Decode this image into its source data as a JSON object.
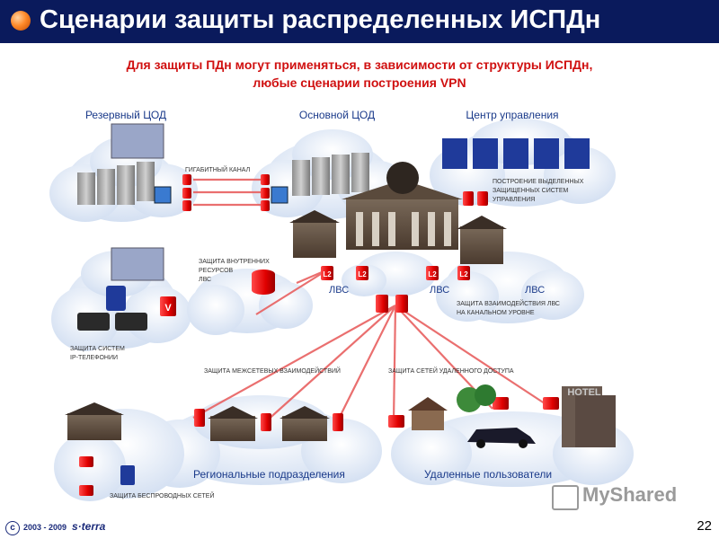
{
  "slide": {
    "title": "Сценарии защиты распределенных ИСПДн",
    "subtitle_line1": "Для защиты ПДн могут применяться, в зависимости от структуры ИСПДн,",
    "subtitle_line2": "любые сценарии построения VPN",
    "page_number": "22"
  },
  "labels": {
    "reserve_dc": "Резервный ЦОД",
    "main_dc": "Основной ЦОД",
    "control_center": "Центр управления",
    "gigabit_channel": "ГИГАБИТНЫЙ КАНАЛ",
    "mgmt_line1": "ПОСТРОЕНИЕ ВЫДЕЛЕННЫХ",
    "mgmt_line2": "ЗАЩИЩЕННЫХ СИСТЕМ",
    "mgmt_line3": "УПРАВЛЕНИЯ",
    "inner_line1": "ЗАЩИТА ВНУТРЕННИХ",
    "inner_line2": "РЕСУРСОВ",
    "inner_line3": "ЛВС",
    "lan": "ЛВС",
    "l2": "L2",
    "lan_interact_line1": "ЗАЩИТА ВЗАИМОДЕЙСТВИЯ ЛВС",
    "lan_interact_line2": "НА КАНАЛЬНОМ УРОВНЕ",
    "ip_phone_line1": "ЗАЩИТА СИСТЕМ",
    "ip_phone_line2": "IP-ТЕЛЕФОНИИ",
    "internetwork": "ЗАЩИТА МЕЖСЕТЕВЫХ ВЗАИМОДЕЙСТВИЙ",
    "remote_access": "ЗАЩИТА СЕТЕЙ УДАЛЕННОГО ДОСТУПА",
    "regional": "Региональные подразделения",
    "remote_users": "Удаленные пользователи",
    "wireless": "ЗАЩИТА БЕСПРОВОДНЫХ СЕТЕЙ",
    "hotel": "HOTEL",
    "v_mark": "V"
  },
  "footer": {
    "copyright": "c",
    "years": "2003 - 2009",
    "brand": "s·terra"
  },
  "watermark": "MyShared",
  "colors": {
    "title_bg": "#0a1a5c",
    "accent_red": "#d01010",
    "label_blue": "#1a3a8a",
    "cloud": "#e3ecf8",
    "device_red": "#e00000"
  }
}
